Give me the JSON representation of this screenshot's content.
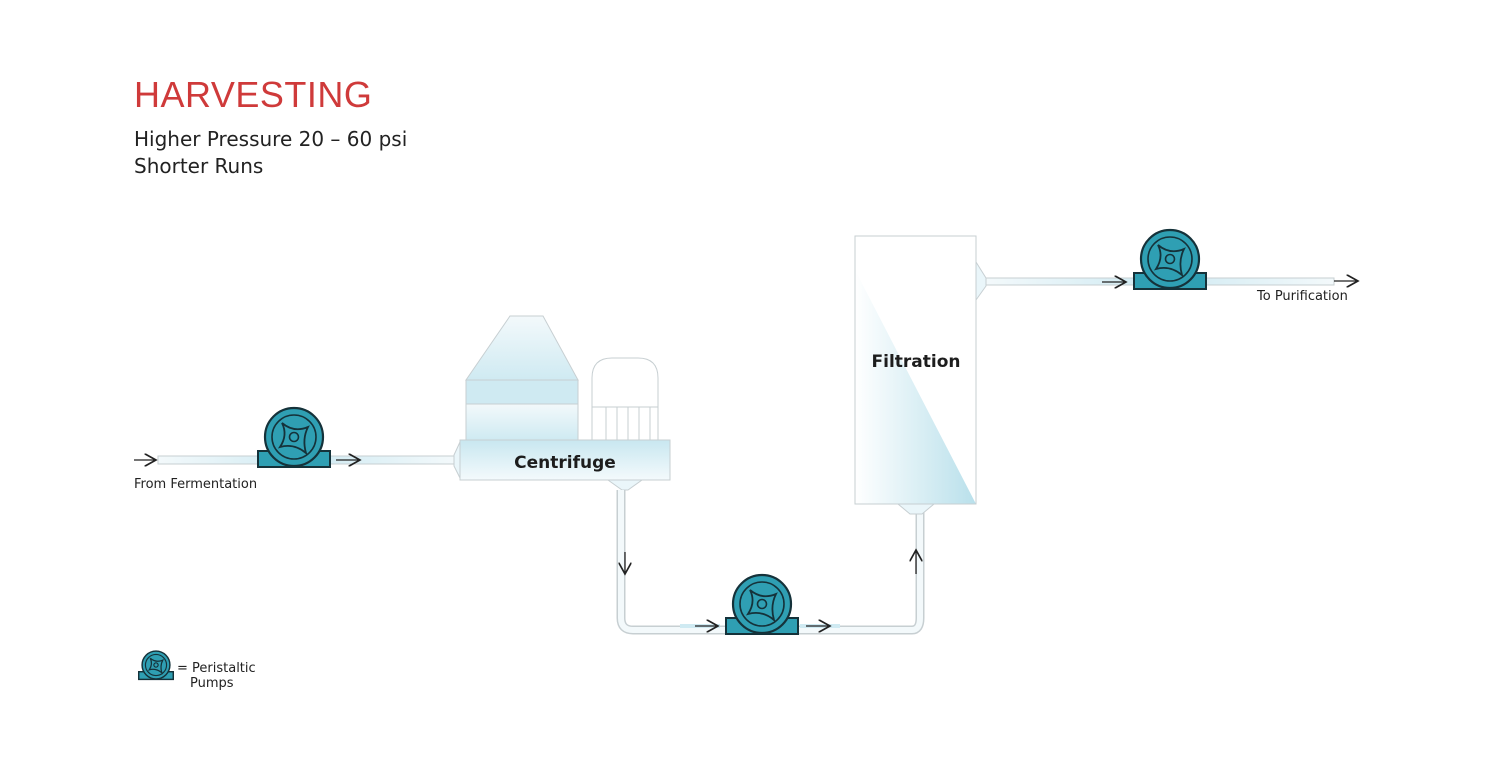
{
  "header": {
    "title": "HARVESTING",
    "line1": "Higher Pressure 20 – 60 psi",
    "line2": "Shorter Runs"
  },
  "labels": {
    "inlet": "From Fermentation",
    "outlet": "To Purification",
    "centrifuge": "Centrifuge",
    "filtration": "Filtration"
  },
  "legend": {
    "line1": "= Peristaltic",
    "line2": "Pumps"
  },
  "colors": {
    "title": "#cf3a3a",
    "pump": "#2f9fb3",
    "pump_outline": "#15323a",
    "fluid": "#cfeaf2"
  }
}
